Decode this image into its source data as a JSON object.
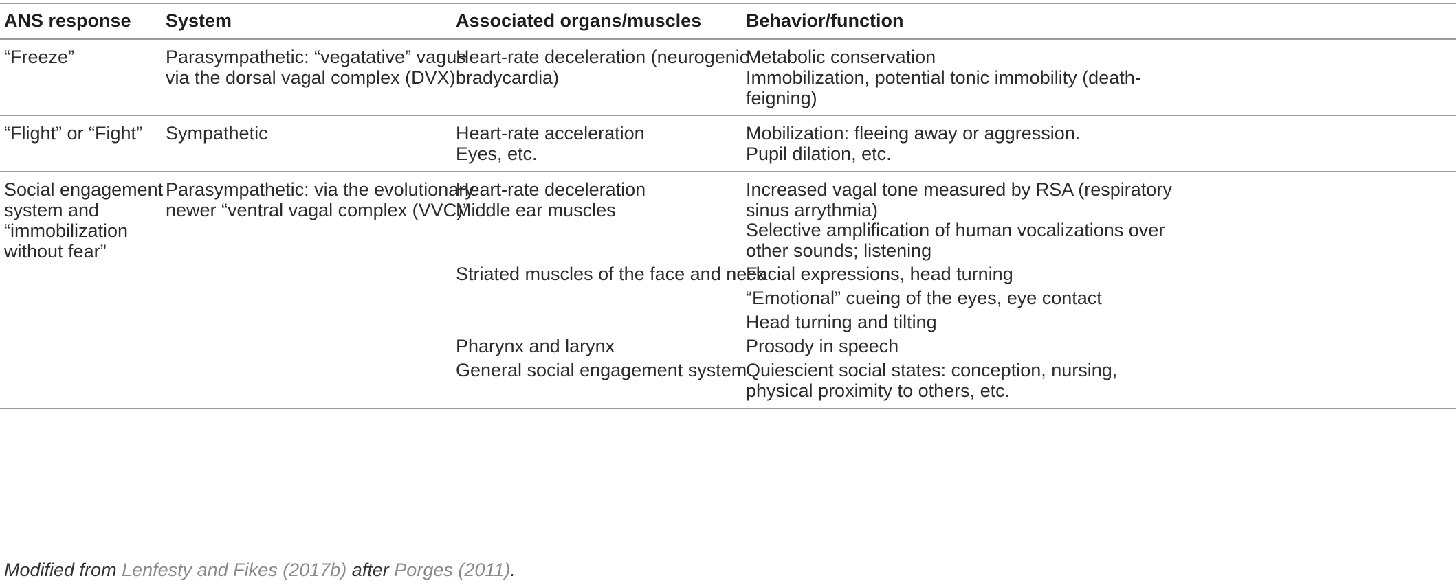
{
  "table": {
    "headers": [
      "ANS response",
      "System",
      "Associated organs/muscles",
      "Behavior/function"
    ],
    "rows": [
      {
        "response": [
          "“Freeze”"
        ],
        "system": [
          "Parasympathetic: “vegatative” vagus",
          "via the dorsal vagal complex (DVX)"
        ],
        "organs": [
          "Heart-rate deceleration (neurogenic",
          "bradycardia)"
        ],
        "behavior": [
          "Metabolic conservation",
          "Immobilization, potential tonic immobility (death-",
          "feigning)"
        ]
      },
      {
        "response": [
          "“Flight” or “Fight”"
        ],
        "system": [
          "Sympathetic"
        ],
        "organs": [
          "Heart-rate acceleration",
          "Eyes, etc."
        ],
        "behavior": [
          "Mobilization: fleeing away or aggression.",
          "Pupil dilation, etc."
        ]
      },
      {
        "response": [
          "Social engagement",
          "system and",
          "“immobilization",
          "without fear”"
        ],
        "system": [
          "Parasympathetic: via the evolutionary",
          "newer “ventral vagal complex (VVC)”"
        ],
        "organs": [
          "Heart-rate deceleration",
          "Middle ear muscles",
          "Striated muscles of the face and neck",
          "Pharynx and larynx",
          "General social engagement system"
        ],
        "behavior": [
          "Increased vagal tone measured by RSA (respiratory",
          "sinus arrythmia)",
          "Selective amplification of human vocalizations over",
          "other sounds; listening",
          "Facial expressions, head turning",
          "“Emotional” cueing of the eyes, eye contact",
          "Head turning and tilting",
          "Prosody in speech",
          "Quiescient social states: conception, nursing,",
          "physical proximity to others, etc."
        ]
      }
    ]
  },
  "caption": {
    "prefix": "Modified from ",
    "ref1": "Lenfesty and Fikes (2017b)",
    "middle": " after ",
    "ref2": "Porges (2011)",
    "suffix": "."
  }
}
